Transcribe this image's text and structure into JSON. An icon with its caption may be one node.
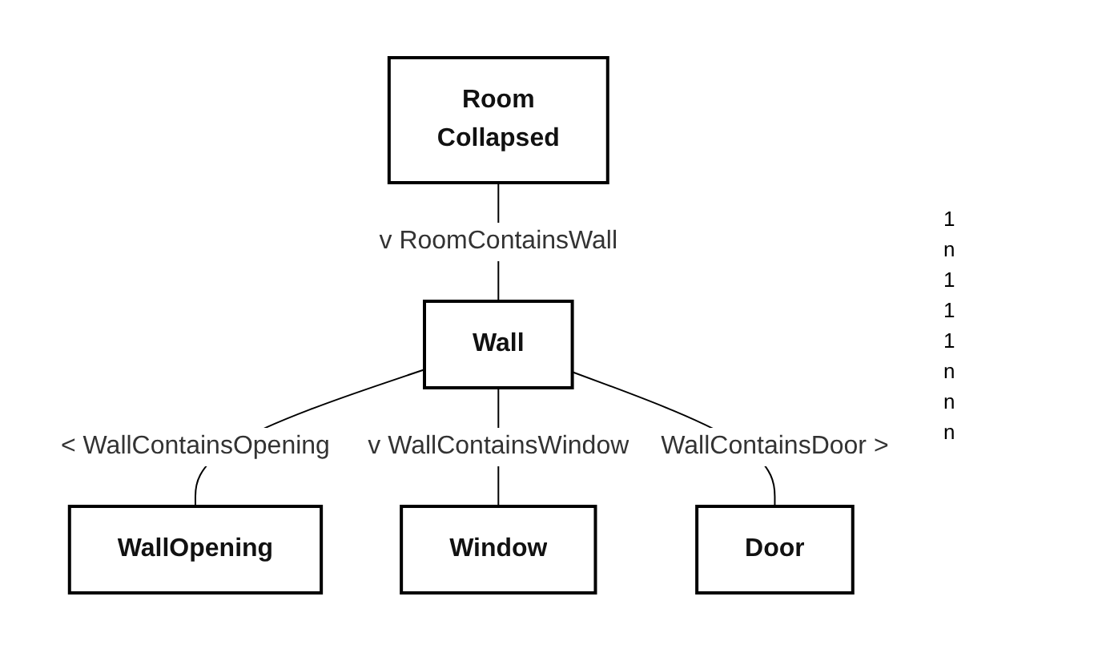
{
  "diagram": {
    "nodes": [
      {
        "text": [
          "Room",
          "Collapsed"
        ]
      },
      {
        "text": [
          "Wall"
        ]
      },
      {
        "text": [
          "WallOpening"
        ]
      },
      {
        "text": [
          "Door"
        ]
      },
      {
        "text": [
          "Window"
        ]
      }
    ],
    "edges": [
      {
        "from": 0,
        "to": 1,
        "arrow": "none",
        "label": "v RoomContainsWall"
      },
      {
        "from": 1,
        "to": 2,
        "arrow": "none",
        "label": "< WallContainsOpening"
      },
      {
        "from": 1,
        "to": 4,
        "arrow": "none",
        "label": "v WallContainsWindow"
      },
      {
        "from": 1,
        "to": 3,
        "arrow": "none",
        "label": "WallContainsDoor >"
      }
    ],
    "labels": [
      "1",
      "n",
      "1",
      "1",
      "1",
      "n",
      "n",
      "n"
    ]
  }
}
